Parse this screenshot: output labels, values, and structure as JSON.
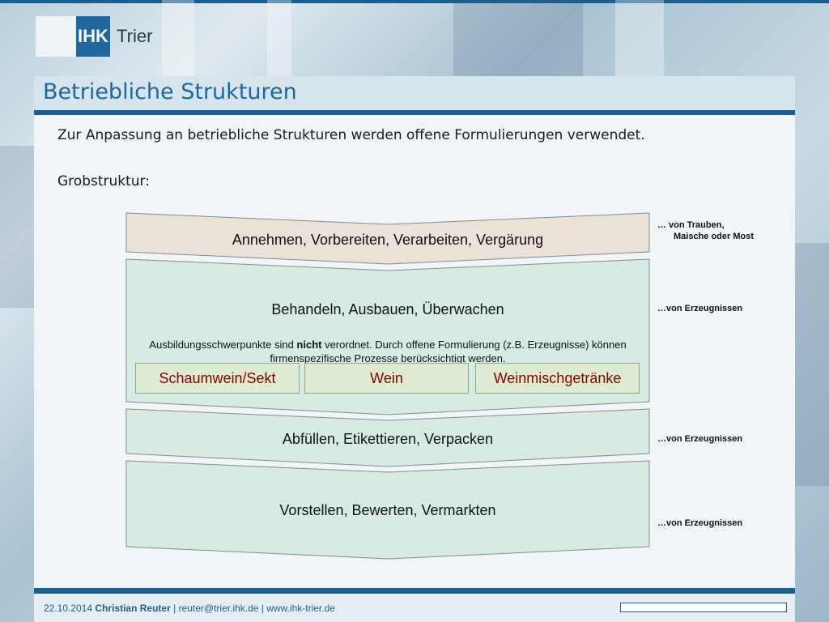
{
  "header": {
    "logo_ihk": "IHK",
    "logo_city": "Trier"
  },
  "slide": {
    "title": "Betriebliche Strukturen",
    "intro": "Zur Anpassung an betriebliche Strukturen werden offene Formulierungen verwendet.",
    "subheading": "Grobstruktur:"
  },
  "stages": [
    {
      "label": "Annehmen, Vorbereiten, Verarbeiten, Vergärung",
      "side_note_1": "…  von Trauben,",
      "side_note_2": "Maische oder Most",
      "color": "#eae1d8"
    },
    {
      "label": "Behandeln, Ausbauen, Überwachen",
      "note_pre": "Ausbildungsschwerpunkte sind ",
      "note_bold": "nicht",
      "note_post": " verordnet. Durch offene Formulierung (z.B. Erzeugnisse) können firmenspezifische Prozesse berücksichtigt werden.",
      "side_note": "…von Erzeugnissen",
      "color": "#d6ebe1"
    },
    {
      "label": "Abfüllen, Etikettieren, Verpacken",
      "side_note": "…von Erzeugnissen",
      "color": "#d6ebe1"
    },
    {
      "label": "Vorstellen, Bewerten, Vermarkten",
      "side_note": "…von Erzeugnissen",
      "color": "#d6ebe1"
    }
  ],
  "products": [
    {
      "label": "Schaumwein/Sekt"
    },
    {
      "label": "Wein"
    },
    {
      "label": "Weinmischgetränke"
    }
  ],
  "footer": {
    "date": "22.10.2014",
    "author": "Christian Reuter",
    "sep1": "  |  ",
    "email": "reuter@trier.ihk.de",
    "sep2": "  | ",
    "web": "www.ihk-trier.de"
  }
}
